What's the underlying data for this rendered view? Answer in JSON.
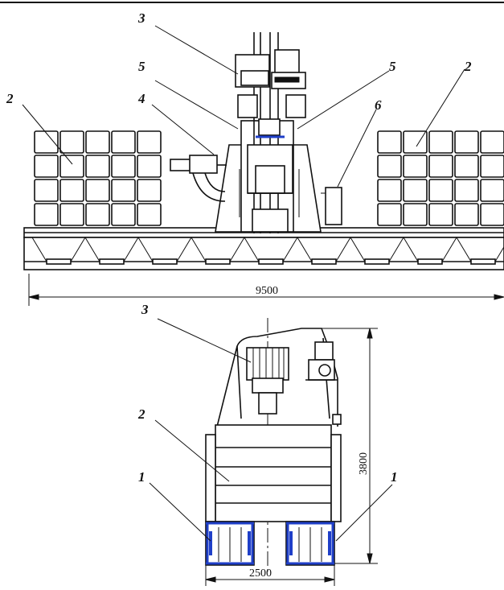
{
  "top_view": {
    "labels": [
      "3",
      "5",
      "5",
      "4",
      "2",
      "2",
      "6"
    ],
    "dimension": "9500"
  },
  "bottom_view": {
    "labels": [
      "3",
      "2",
      "1",
      "1"
    ],
    "height_dimension": "3800",
    "width_dimension": "2500"
  },
  "colors": {
    "line": "#111111",
    "accent": "#1f3fc8",
    "background": "#ffffff"
  }
}
